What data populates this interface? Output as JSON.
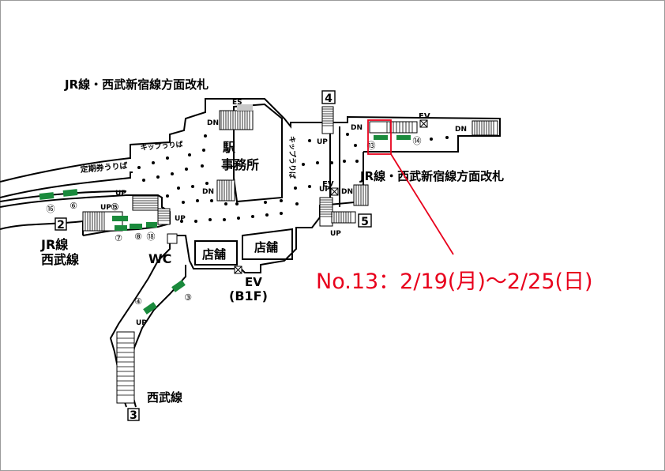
{
  "map": {
    "floor": "(B1F)",
    "gate_top_left": "JR線・西武新宿線方面改札",
    "gate_right": "JR線・西武新宿線方面改札",
    "station_office": [
      "駅",
      "事務所"
    ],
    "ticket_window": "定期券うりば",
    "ticket_machines_left": "キップうりば",
    "ticket_machines_right": "キップうりば",
    "line_left": [
      "JR線",
      "西武線"
    ],
    "line_bottom": "西武線",
    "shop_1": "店舗",
    "shop_2": "店舗",
    "wc": "WC",
    "es": "ES",
    "ev_label": "EV",
    "up": "UP",
    "dn": "DN",
    "up15": "UP⑮",
    "exits": {
      "exit_2": "2",
      "exit_3": "3",
      "exit_4": "4",
      "exit_5": "5"
    },
    "platform_numbers": {
      "p16": "⑯",
      "p6": "⑥",
      "p7": "⑦",
      "p8": "⑧",
      "p18": "⑱",
      "p4": "④",
      "p3": "③",
      "p13": "⑬",
      "p14": "⑭"
    },
    "colors": {
      "highlight": "#e8001c",
      "signage": "#1a8a3c",
      "walls": "#000000"
    }
  },
  "notice": {
    "text": "No.13：2/19(月)〜2/25(日)"
  }
}
